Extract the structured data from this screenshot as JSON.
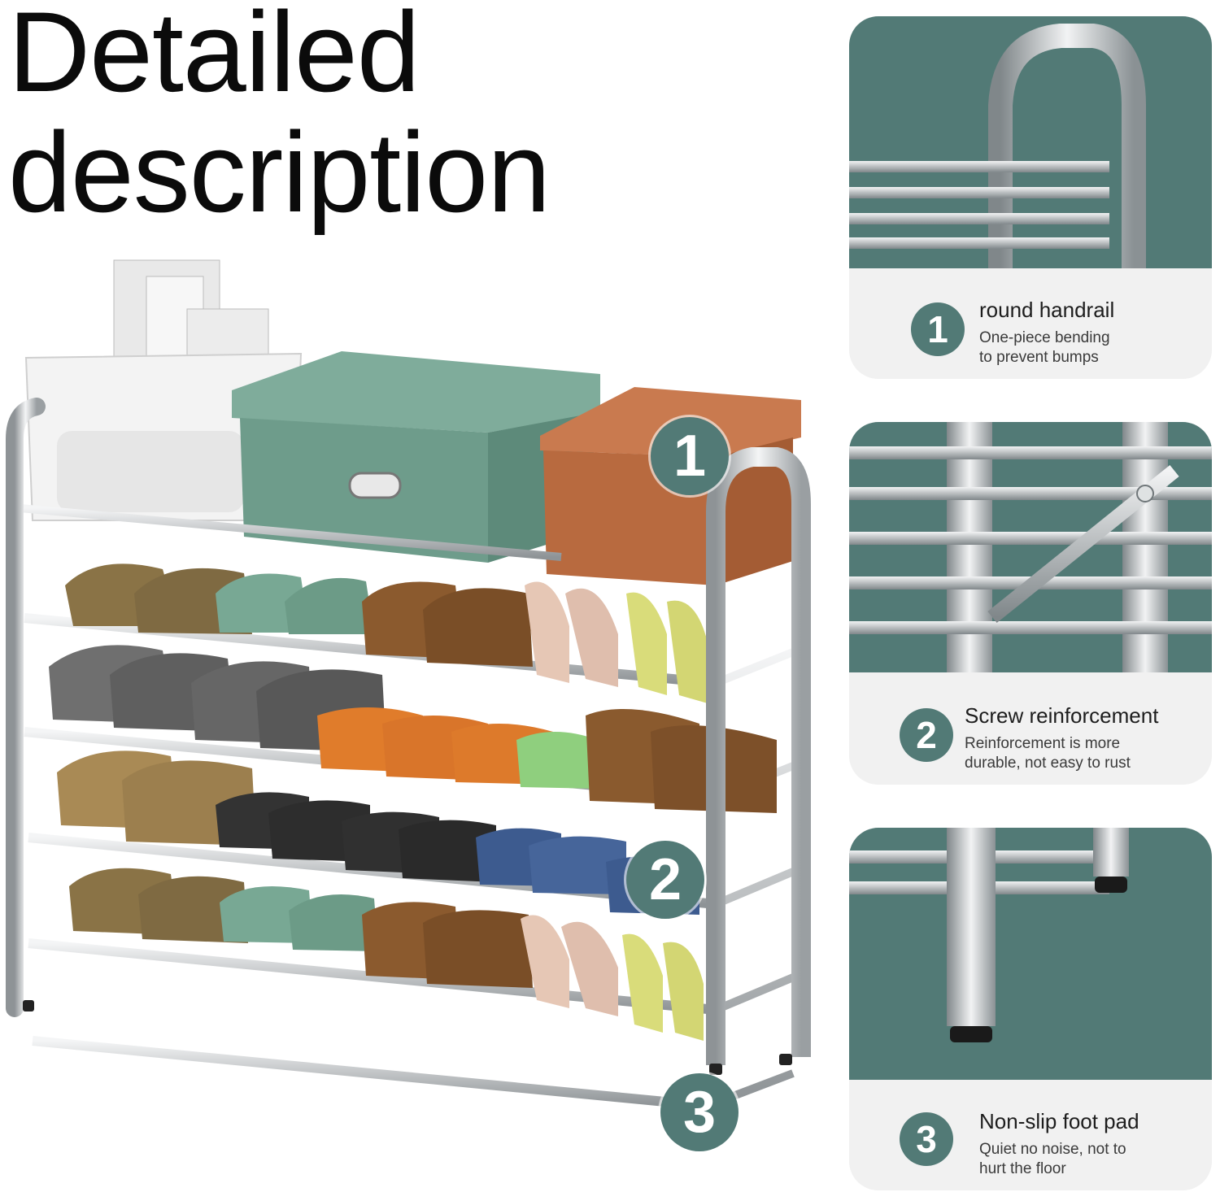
{
  "headline": {
    "line1": "Detailed",
    "line2": "description"
  },
  "markers": [
    "1",
    "2",
    "3"
  ],
  "features": [
    {
      "number": "1",
      "title": "round handrail",
      "desc_line1": "One-piece bending",
      "desc_line2": "to prevent bumps"
    },
    {
      "number": "2",
      "title": "Screw reinforcement",
      "desc_line1": "Reinforcement is more",
      "desc_line2": "durable, not easy to rust"
    },
    {
      "number": "3",
      "title": "Non-slip foot pad",
      "desc_line1": "Quiet no noise, not to",
      "desc_line2": "hurt the floor"
    }
  ],
  "colors": {
    "accent": "#527a76",
    "caption_bg": "#f1f1f1",
    "steel": "#c9ccce"
  }
}
